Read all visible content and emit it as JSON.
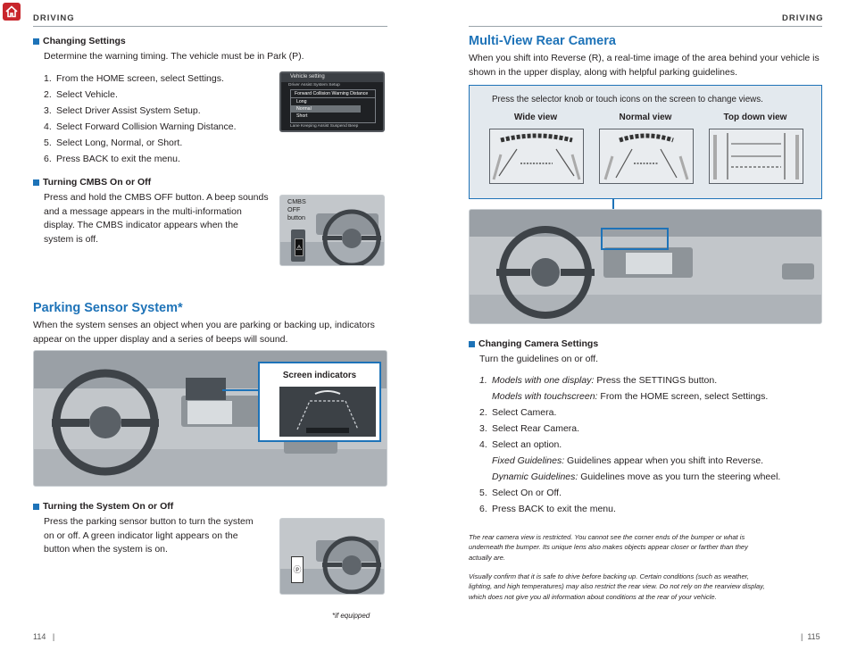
{
  "left": {
    "header": "DRIVING",
    "changing_settings": {
      "heading": "Changing Settings",
      "intro": "Determine the warning timing. The vehicle must be in Park (P).",
      "steps": [
        {
          "num": "1.",
          "text": "From the HOME screen, select Settings."
        },
        {
          "num": "2.",
          "text": "Select Vehicle."
        },
        {
          "num": "3.",
          "text": "Select Driver Assist System Setup."
        },
        {
          "num": "4.",
          "text": "Select Forward Collision Warning Distance."
        },
        {
          "num": "5.",
          "text": "Select Long, Normal, or Short."
        },
        {
          "num": "6.",
          "text": "Press BACK to exit the menu."
        }
      ],
      "screen": {
        "title": "Vehicle setting",
        "subtitle": "Driver Assist System Setup",
        "menu_title": "Forward Collision Warning Distance",
        "options": [
          "Long",
          "Normal",
          "Short"
        ],
        "footer": "Lane Keeping Assist Suspend Beep"
      }
    },
    "cmbs": {
      "heading": "Turning CMBS On or Off",
      "lines": [
        "Press and hold the CMBS OFF button. A beep sounds",
        "and a message appears in the multi-information",
        "display. The CMBS indicator appears when the",
        "system is off."
      ],
      "callout": [
        "CMBS",
        "OFF",
        "button"
      ]
    },
    "parking": {
      "title": "Parking Sensor System*",
      "lines": [
        "When the system senses an object when you are parking or backing up, indicators",
        "appear on the upper display and a series of beeps will sound."
      ],
      "screen_indicators": "Screen indicators"
    },
    "turning_system": {
      "heading": "Turning the System On or Off",
      "lines": [
        "Press the parking sensor button to turn the system",
        "on or off. A green indicator light appears on the",
        "button when the system is on."
      ]
    },
    "footnote": "*if equipped",
    "page_number": "114"
  },
  "right": {
    "header": "DRIVING",
    "camera": {
      "title": "Multi-View Rear Camera",
      "lines": [
        "When you shift into Reverse (R), a real-time image of the area behind your vehicle is",
        "shown in the upper display, along with helpful parking guidelines."
      ],
      "panel_caption": "Press the selector knob or touch icons on the screen to change views.",
      "views": [
        "Wide view",
        "Normal view",
        "Top down view"
      ]
    },
    "camera_settings": {
      "heading": "Changing Camera Settings",
      "intro": "Turn the guidelines on or off.",
      "steps": [
        {
          "num": "1.",
          "label": "Models with one display:",
          "text": " Press the SETTINGS button."
        },
        {
          "num": "",
          "label": "Models with touchscreen:",
          "text": " From the HOME screen, select Settings."
        },
        {
          "num": "2.",
          "label": "",
          "text": "Select Camera."
        },
        {
          "num": "3.",
          "label": "",
          "text": "Select Rear Camera."
        },
        {
          "num": "4.",
          "label": "",
          "text": "Select an option."
        },
        {
          "num": "",
          "label": "Fixed Guidelines:",
          "text": " Guidelines appear when you shift into Reverse."
        },
        {
          "num": "",
          "label": "Dynamic Guidelines:",
          "text": " Guidelines move as you turn the steering wheel."
        },
        {
          "num": "5.",
          "label": "",
          "text": "Select On or Off."
        },
        {
          "num": "6.",
          "label": "",
          "text": "Press BACK to exit the menu."
        }
      ]
    },
    "notes": [
      [
        "The rear camera view is restricted. You cannot see the corner ends of the bumper or what is",
        "underneath the bumper. Its unique lens also makes objects appear closer or farther than they",
        "actually are."
      ],
      [
        "Visually confirm that it is safe to drive before backing up. Certain conditions (such as weather,",
        "lighting, and high temperatures) may also restrict the rear view. Do not rely on the rearview display,",
        "which does not give you all information about conditions at the rear of your vehicle."
      ]
    ],
    "page_number": "115"
  },
  "colors": {
    "accent": "#1e73b8",
    "text": "#231f20",
    "rule": "#9aa3aa",
    "photo": "#b9bec3"
  },
  "icons": [
    "home-icon",
    "steering-wheel-icon",
    "cmbs-button-icon",
    "parking-sensor-button-icon"
  ]
}
